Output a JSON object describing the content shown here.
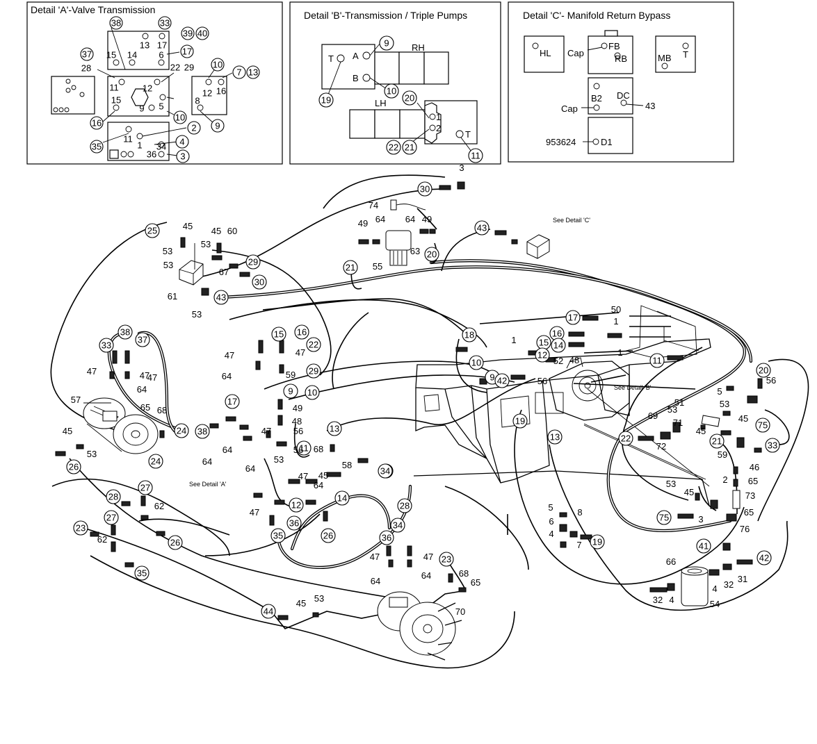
{
  "details": {
    "a": {
      "title": "Detail 'A'-Valve Transmission",
      "top_labels": [
        "38",
        "33",
        "13",
        "17",
        "39",
        "40",
        "15",
        "14",
        "6",
        "37",
        "17",
        "22",
        "29",
        "11",
        "12",
        "10",
        "5",
        "9",
        "16",
        "12",
        "16",
        "8",
        "7",
        "13",
        "28",
        "15",
        "10",
        "9",
        "11",
        "1",
        "2",
        "35",
        "34",
        "4",
        "36",
        "3",
        "14"
      ]
    },
    "b": {
      "title": "Detail 'B'-Transmission / Triple Pumps",
      "labels": {
        "t1": "T",
        "a": "A",
        "b": "B",
        "rh": "RH",
        "lh": "LH",
        "p1": "1",
        "p2": "2",
        "t2": "T"
      }
    },
    "c": {
      "title": "Detail 'C'- Manifold Return Bypass",
      "labels": {
        "hl": "HL",
        "cap1": "Cap",
        "fb": "FB",
        "rb": "RB",
        "mb": "MB",
        "t": "T",
        "b2": "B2",
        "dc": "DC",
        "cap2": "Cap",
        "part": "953624",
        "d1": "D1",
        "n43": "43"
      }
    }
  },
  "annotations": {
    "see_c": "See Detail 'C'",
    "see_b": "See Detail 'B'",
    "see_a": "See Detail 'A'"
  },
  "callouts": [
    "38",
    "33",
    "39",
    "40",
    "37",
    "17",
    "15",
    "22",
    "29",
    "12",
    "13",
    "28",
    "10",
    "11",
    "16",
    "9",
    "34",
    "35",
    "36",
    "14",
    "9",
    "10",
    "19",
    "20",
    "22",
    "21",
    "11",
    "30",
    "25",
    "29",
    "30",
    "43",
    "43",
    "21",
    "20",
    "38",
    "33",
    "37",
    "15",
    "16",
    "22",
    "29",
    "17",
    "9",
    "10",
    "11",
    "13",
    "12",
    "18",
    "17",
    "16",
    "14",
    "15",
    "12",
    "10",
    "9",
    "42",
    "19",
    "13",
    "11",
    "20",
    "22",
    "21",
    "75",
    "75",
    "33",
    "38",
    "24",
    "26",
    "27",
    "24",
    "28",
    "27",
    "23",
    "26",
    "35",
    "34",
    "36",
    "28",
    "14",
    "12",
    "34",
    "35",
    "36",
    "26",
    "23",
    "44",
    "19",
    "41",
    "42"
  ],
  "plain_labels": [
    "3",
    "74",
    "49",
    "64",
    "64",
    "49",
    "55",
    "63",
    "45",
    "53",
    "45",
    "53",
    "60",
    "53",
    "67",
    "61",
    "53",
    "50",
    "1",
    "1",
    "1",
    "52",
    "48",
    "56",
    "5",
    "56",
    "51",
    "69",
    "53",
    "45",
    "53",
    "45",
    "71",
    "72",
    "59",
    "46",
    "65",
    "73",
    "65",
    "76",
    "2",
    "3",
    "53",
    "45",
    "47",
    "64",
    "47",
    "64",
    "57",
    "65",
    "68",
    "47",
    "47",
    "64",
    "64",
    "47",
    "59",
    "49",
    "48",
    "56",
    "47",
    "56",
    "53",
    "68",
    "58",
    "64",
    "47",
    "45",
    "64",
    "47",
    "45",
    "53",
    "62",
    "62",
    "5",
    "8",
    "6",
    "4",
    "7",
    "66",
    "32",
    "4",
    "32",
    "31",
    "4",
    "54",
    "47",
    "47",
    "64",
    "64",
    "68",
    "65",
    "45",
    "53",
    "70"
  ]
}
